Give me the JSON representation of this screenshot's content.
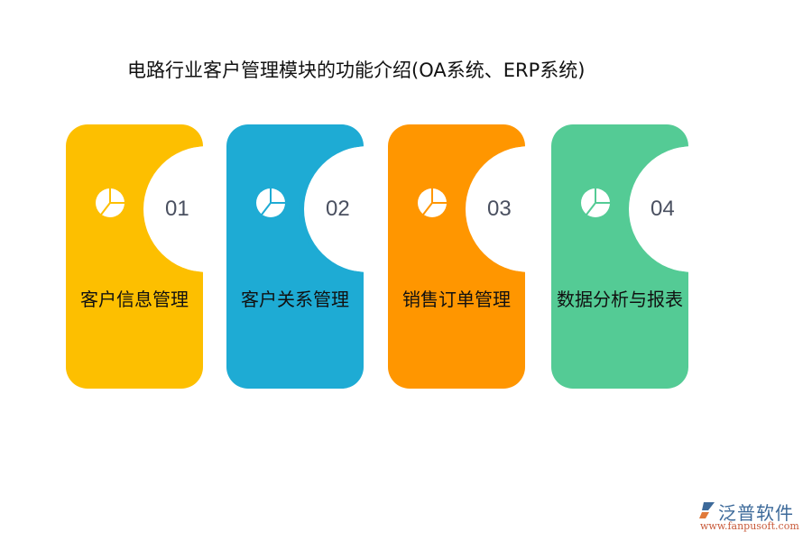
{
  "title": "电路行业客户管理模块的功能介绍(OA系统、ERP系统)",
  "cards": [
    {
      "number": "01",
      "label": "客户信息管理",
      "color": "#FDBF00",
      "icon": "pie-chart-icon"
    },
    {
      "number": "02",
      "label": "客户关系管理",
      "color": "#1EABD4",
      "icon": "pie-chart-icon"
    },
    {
      "number": "03",
      "label": "销售订单管理",
      "color": "#FF9600",
      "icon": "pie-chart-icon"
    },
    {
      "number": "04",
      "label": "数据分析与报表",
      "color": "#54CB95",
      "icon": "pie-chart-icon"
    }
  ],
  "logo": {
    "brand": "泛普软件",
    "url": "www.fanpusoft.com"
  }
}
